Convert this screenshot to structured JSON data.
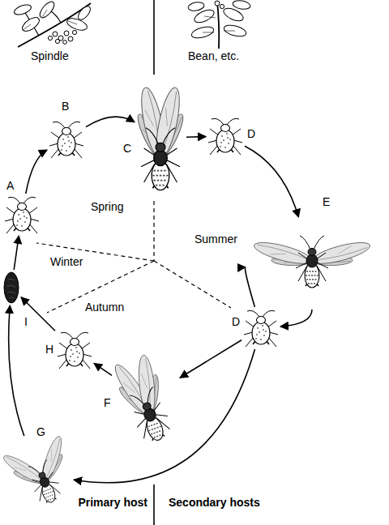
{
  "diagram": {
    "nodes": [
      {
        "text": [
          "A"
        ]
      },
      {
        "text": [
          "B"
        ]
      },
      {
        "text": [
          "C"
        ]
      },
      {
        "text": [
          "D"
        ]
      },
      {
        "text": [
          "E"
        ]
      },
      {
        "text": [
          "D"
        ]
      },
      {
        "text": [
          "F"
        ]
      },
      {
        "text": [
          "H"
        ]
      },
      {
        "text": [
          "G"
        ]
      },
      {
        "text": [
          "I"
        ]
      }
    ],
    "edges": [
      {
        "from": 0,
        "to": 1,
        "arrow": "to"
      },
      {
        "from": 1,
        "to": 2,
        "arrow": "to"
      },
      {
        "from": 2,
        "to": 3,
        "arrow": "to"
      },
      {
        "from": 3,
        "to": 4,
        "arrow": "to"
      },
      {
        "from": 4,
        "to": 5,
        "arrow": "to"
      },
      {
        "from": 5,
        "to": 4,
        "arrow": "to"
      },
      {
        "from": 5,
        "to": 6,
        "arrow": "to"
      },
      {
        "from": 5,
        "to": 8,
        "arrow": "to"
      },
      {
        "from": 6,
        "to": 7,
        "arrow": "to"
      },
      {
        "from": 7,
        "to": 9,
        "arrow": "to"
      },
      {
        "from": 8,
        "to": 9,
        "arrow": "to"
      },
      {
        "from": 9,
        "to": 0,
        "arrow": "to"
      }
    ],
    "labels": [
      "Spindle",
      "Bean, etc.",
      "Spring",
      "Summer",
      "Winter",
      "Autumn",
      "Primary host",
      "Secondary hosts"
    ]
  }
}
